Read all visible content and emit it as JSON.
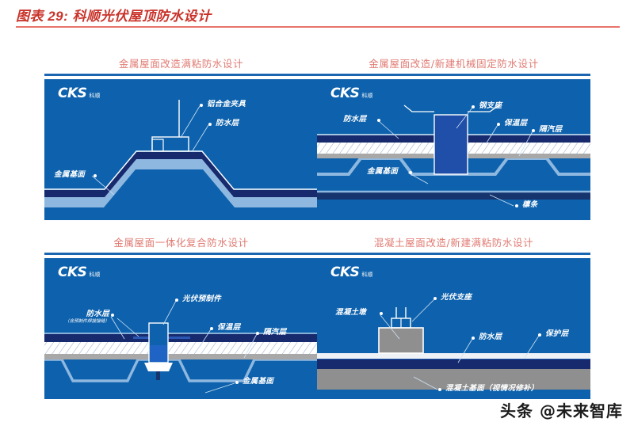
{
  "header": {
    "figure_label": "图表 29:",
    "title": "科顺光伏屋顶防水设计",
    "full_title": "图表 29:  科顺光伏屋顶防水设计",
    "rule_color": "#e8736c",
    "title_color": "#c9332a"
  },
  "logo": {
    "mark": "CKS",
    "cn": "科顺"
  },
  "colors": {
    "panel_background": "#0e62ad",
    "waterproof_layer": "#172a6e",
    "metal_base": "#8fb8e0",
    "insulation_layer": "#ffffff",
    "vapor_barrier": "#a8a8a8",
    "concrete": "#8f8f8f",
    "panel_rule": "#1a66b0",
    "subtitle": "#e07a72"
  },
  "panels": [
    {
      "id": "metal-roof-fully-bonded",
      "title": "金属屋面改造满粘防水设计",
      "labels": [
        {
          "text": "铝合金夹具",
          "sub": ""
        },
        {
          "text": "防水层",
          "sub": ""
        },
        {
          "text": "金属基面",
          "sub": ""
        }
      ]
    },
    {
      "id": "metal-roof-mechanically-fixed",
      "title": "金属屋面改造/新建机械固定防水设计",
      "labels": [
        {
          "text": "钢支座",
          "sub": ""
        },
        {
          "text": "防水层",
          "sub": ""
        },
        {
          "text": "保温层",
          "sub": ""
        },
        {
          "text": "隔汽层",
          "sub": ""
        },
        {
          "text": "金属基面",
          "sub": ""
        },
        {
          "text": "檩条",
          "sub": ""
        }
      ]
    },
    {
      "id": "metal-roof-integrated-composite",
      "title": "金属屋面一体化复合防水设计",
      "labels": [
        {
          "text": "光伏预制件",
          "sub": ""
        },
        {
          "text": "防水层",
          "sub": "（含预制件焊接接缝）"
        },
        {
          "text": "保温层",
          "sub": ""
        },
        {
          "text": "隔汽层",
          "sub": ""
        },
        {
          "text": "金属基面",
          "sub": ""
        }
      ]
    },
    {
      "id": "concrete-roof-fully-bonded",
      "title": "混凝土屋面改造/新建满粘防水设计",
      "labels": [
        {
          "text": "光伏支座",
          "sub": ""
        },
        {
          "text": "混凝土墩",
          "sub": ""
        },
        {
          "text": "防水层",
          "sub": ""
        },
        {
          "text": "保护层",
          "sub": ""
        },
        {
          "text": "混凝土基面（视情况修补）",
          "sub": ""
        }
      ]
    }
  ],
  "watermark": {
    "text": "头条 @未来智库"
  }
}
